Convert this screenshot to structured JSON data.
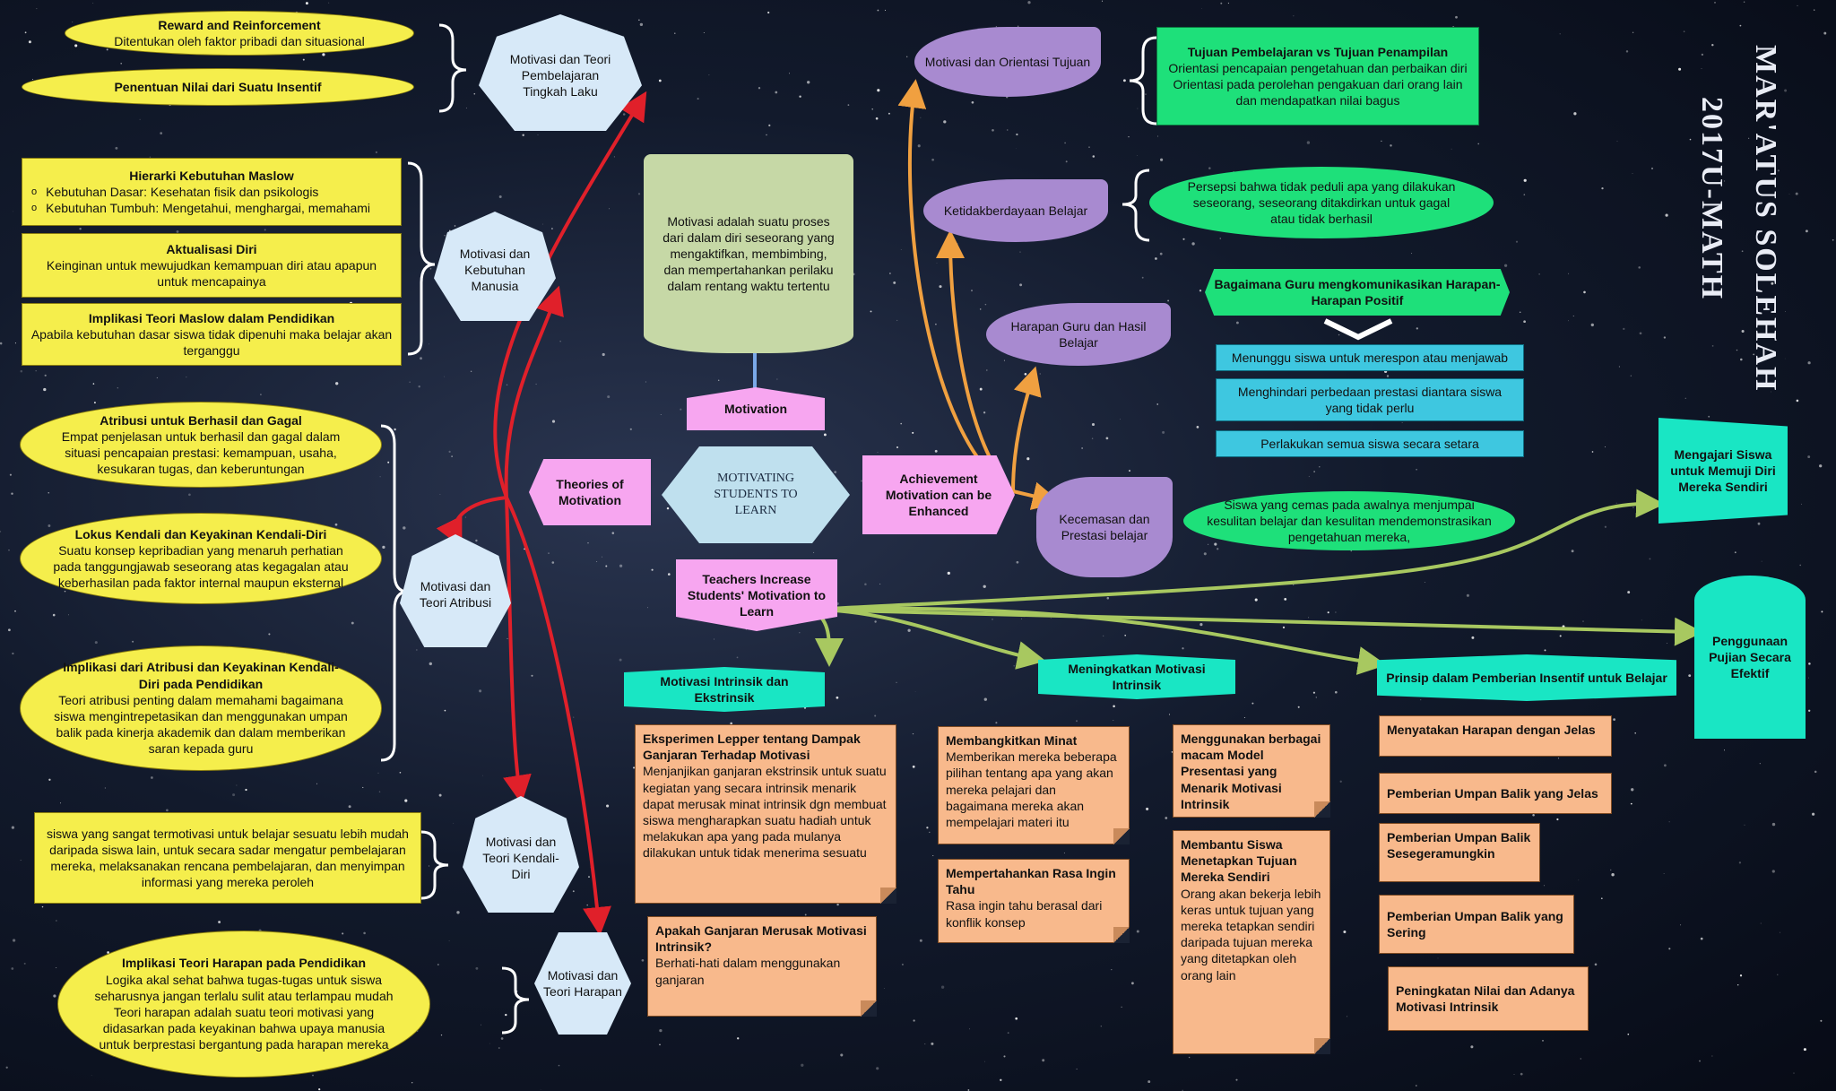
{
  "author": {
    "name": "MAR'ATUS SOLEHAH",
    "id": "2017U-MATH"
  },
  "center": "MOTIVATING STUDENTS TO LEARN",
  "motivation": {
    "label": "Motivation",
    "definition": "Motivasi adalah suatu proses dari dalam diri seseorang yang mengaktifkan, membimbing, dan mempertahankan perilaku dalam rentang waktu tertentu"
  },
  "theories": {
    "label": "Theories of Motivation",
    "behavior": {
      "label": "Motivasi dan Teori Pembelajaran Tingkah Laku",
      "items": [
        {
          "title": "Reward and Reinforcement",
          "text": "Ditentukan oleh faktor pribadi dan situasional"
        },
        {
          "title": "Penentuan Nilai dari Suatu Insentif",
          "text": ""
        }
      ]
    },
    "needs": {
      "label": "Motivasi dan Kebutuhan Manusia",
      "maslow": {
        "title": "Hierarki Kebutuhan Maslow",
        "bullets": [
          "Kebutuhan Dasar: Kesehatan fisik dan psikologis",
          "Kebutuhan Tumbuh: Mengetahui, menghargai, memahami"
        ]
      },
      "actualization": {
        "title": "Aktualisasi Diri",
        "text": "Keinginan untuk mewujudkan kemampuan diri atau apapun untuk mencapainya"
      },
      "implication": {
        "title": "Implikasi Teori Maslow dalam Pendidikan",
        "text": "Apabila kebutuhan dasar siswa tidak dipenuhi maka belajar akan terganggu"
      }
    },
    "attribution": {
      "label": "Motivasi dan Teori Atribusi",
      "items": [
        {
          "title": "Atribusi untuk Berhasil dan Gagal",
          "text": "Empat penjelasan untuk berhasil dan gagal dalam situasi pencapaian prestasi: kemampuan, usaha, kesukaran tugas, dan keberuntungan"
        },
        {
          "title": "Lokus Kendali dan Keyakinan Kendali-Diri",
          "text": "Suatu konsep kepribadian yang menaruh perhatian pada tanggungjawab seseorang atas kegagalan atau keberhasilan pada faktor internal maupun eksternal"
        },
        {
          "title": "Implikasi dari Atribusi dan Keyakinan Kendali-Diri pada Pendidikan",
          "text": "Teori atribusi penting dalam memahami bagaimana siswa mengintrepetasikan dan menggunakan umpan balik pada kinerja akademik dan dalam memberikan saran kepada guru"
        }
      ]
    },
    "selfcontrol": {
      "label": "Motivasi dan Teori Kendali-Diri",
      "text": "siswa yang sangat termotivasi untuk belajar sesuatu lebih mudah daripada siswa lain, untuk secara sadar mengatur pembelajaran mereka, melaksanakan rencana pembelajaran, dan menyimpan informasi yang mereka peroleh"
    },
    "expectancy": {
      "label": "Motivasi dan Teori Harapan",
      "title": "Implikasi Teori Harapan pada Pendidikan",
      "text": "Logika akal sehat bahwa tugas-tugas untuk siswa seharusnya jangan terlalu sulit atau terlampau mudah Teori harapan adalah suatu teori motivasi yang didasarkan pada keyakinan bahwa upaya manusia untuk berprestasi bergantung pada harapan mereka"
    }
  },
  "achievement": {
    "label": "Achievement Motivation can be Enhanced",
    "goal": {
      "label": "Motivasi dan Orientasi Tujuan",
      "title": "Tujuan Pembelajaran vs Tujuan Penampilan",
      "lines": [
        "Orientasi pencapaian pengetahuan dan perbaikan diri",
        "Orientasi pada perolehan pengakuan dari orang lain dan mendapatkan nilai bagus"
      ]
    },
    "helpless": {
      "label": "Ketidakberdayaan Belajar",
      "text": "Persepsi bahwa tidak peduli apa yang dilakukan seseorang, seseorang ditakdirkan untuk gagal atau tidak berhasil"
    },
    "teacher": {
      "label": "Harapan Guru dan Hasil Belajar",
      "header": "Bagaimana Guru mengkomunikasikan Harapan-Harapan Positif",
      "items": [
        "Menunggu siswa untuk merespon atau menjawab",
        "Menghindari perbedaan prestasi diantara siswa yang tidak perlu",
        "Perlakukan semua siswa secara setara"
      ]
    },
    "anxiety": {
      "label": "Kecemasan dan Prestasi belajar",
      "text": "Siswa yang cemas pada awalnya menjumpai kesulitan belajar dan kesulitan mendemonstrasikan pengetahuan mereka,"
    }
  },
  "teachers": {
    "label": "Teachers Increase Students' Motivation to Learn",
    "self_monitor": "Mengajari Siswa untuk Memuji Diri Mereka Sendiri",
    "praise": "Penggunaan Pujian Secara Efektif",
    "intrinsic_extrinsic": {
      "label": "Motivasi Intrinsik dan Ekstrinsik",
      "cards": [
        {
          "title": "Eksperimen Lepper tentang Dampak Ganjaran Terhadap Motivasi",
          "text": "Menjanjikan ganjaran ekstrinsik untuk suatu kegiatan yang secara intrinsik menarik dapat merusak minat intrinsik dgn membuat siswa mengharapkan suatu hadiah untuk melakukan apa yang pada mulanya dilakukan untuk tidak menerima sesuatu"
        },
        {
          "title": "Apakah Ganjaran Merusak Motivasi Intrinsik?",
          "text": "Berhati-hati dalam menggunakan ganjaran"
        }
      ]
    },
    "increase_intrinsic": {
      "label": "Meningkatkan Motivasi Intrinsik",
      "cards": [
        {
          "title": "Membangkitkan Minat",
          "text": "Memberikan mereka beberapa pilihan tentang apa yang akan mereka pelajari dan bagaimana mereka akan mempelajari materi itu"
        },
        {
          "title": "Mempertahankan Rasa Ingin Tahu",
          "text": "Rasa ingin tahu berasal dari konflik konsep"
        },
        {
          "title": "Menggunakan berbagai macam Model Presentasi yang Menarik Motivasi Intrinsik",
          "text": ""
        },
        {
          "title": "Membantu Siswa Menetapkan Tujuan Mereka Sendiri",
          "text": "Orang akan bekerja lebih keras untuk tujuan yang mereka tetapkan sendiri daripada tujuan mereka yang ditetapkan oleh orang lain"
        }
      ]
    },
    "incentive": {
      "label": "Prinsip dalam Pemberian Insentif untuk Belajar",
      "items": [
        "Menyatakan Harapan dengan Jelas",
        "Pemberian Umpan Balik yang Jelas",
        "Pemberian Umpan Balik Sesegeramungkin",
        "Pemberian Umpan Balik yang Sering",
        "Peningkatan Nilai dan Adanya Motivasi Intrinsik"
      ]
    }
  }
}
